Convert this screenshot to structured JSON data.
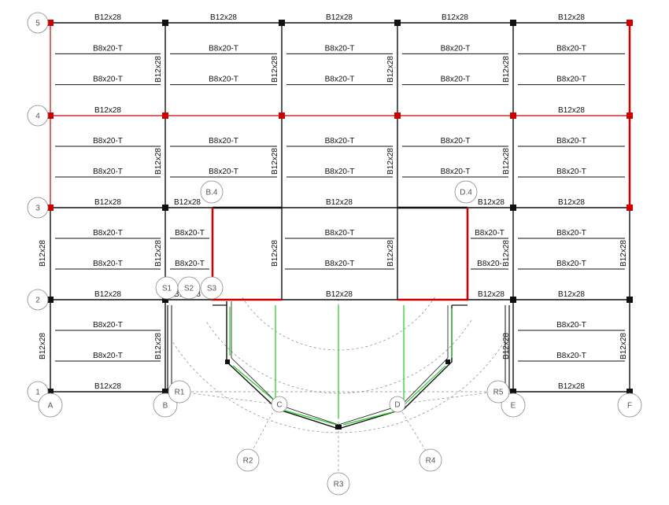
{
  "colors": {
    "beam": "#111111",
    "selected": "#cc0000",
    "green": "#22cc22",
    "grid": "#888888",
    "column": "#111111",
    "bubble": "#888888"
  },
  "grid_x": [
    {
      "name": "A",
      "x": 0
    },
    {
      "name": "B",
      "x": 1
    },
    {
      "name": "E",
      "x": 4
    },
    {
      "name": "F",
      "x": 5
    }
  ],
  "grid_y": [
    "5",
    "4",
    "3",
    "2",
    "1"
  ],
  "radial_bubbles": [
    "R1",
    "R2",
    "R3",
    "R4",
    "R5"
  ],
  "arc_bubbles": [
    "C",
    "D"
  ],
  "ref_bubbles": [
    "B.4",
    "D.4",
    "S1",
    "S2",
    "S3"
  ],
  "labels": {
    "main_beam": "B12x28",
    "joist": "B8x20-T",
    "joist_cut": "B8x20-"
  }
}
